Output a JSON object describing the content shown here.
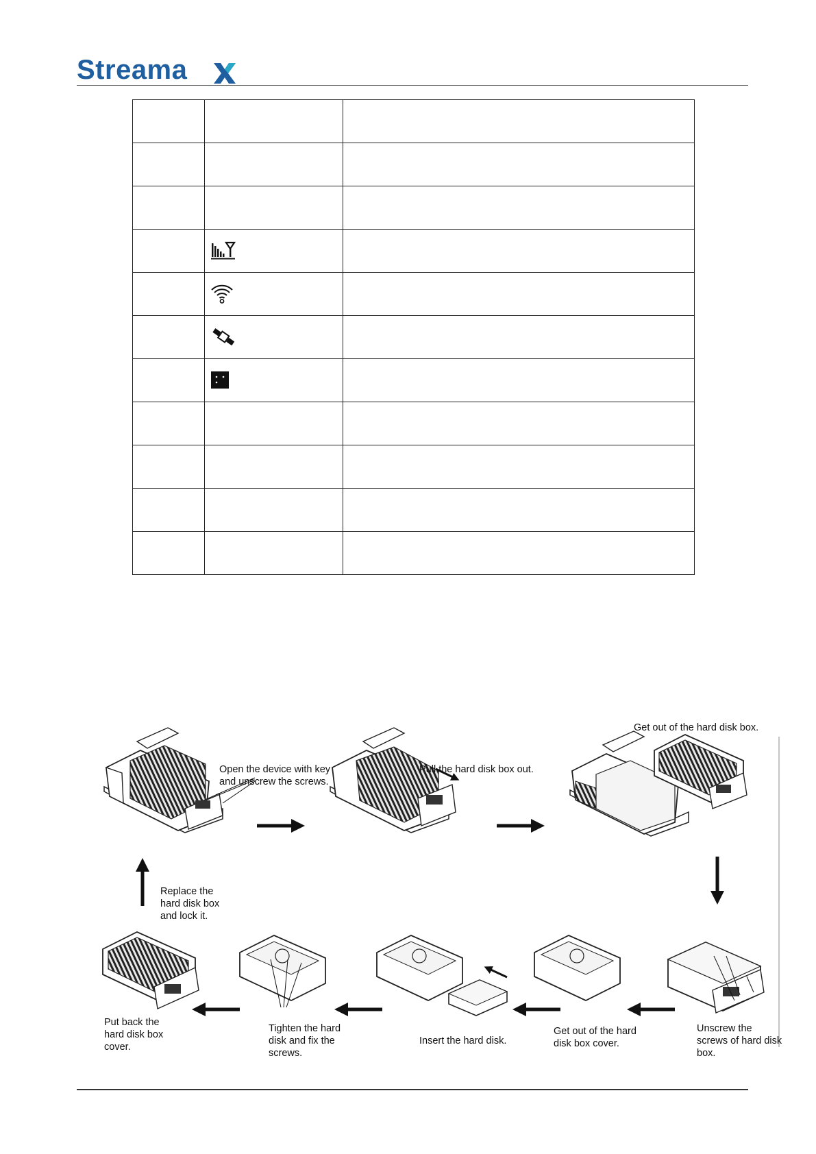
{
  "header": {
    "logo_text": "Stream",
    "logo_suffix": "a",
    "brand_color": "#1f5f9f",
    "accent_color": "#2aa6c6"
  },
  "table": {
    "rows": [
      {
        "icon": ""
      },
      {
        "icon": ""
      },
      {
        "icon": ""
      },
      {
        "icon": "cellular-signal-icon"
      },
      {
        "icon": "wifi-icon"
      },
      {
        "icon": "satellite-icon"
      },
      {
        "icon": "dots-square-icon"
      },
      {
        "icon": ""
      },
      {
        "icon": ""
      },
      {
        "icon": ""
      },
      {
        "icon": ""
      }
    ]
  },
  "diagram": {
    "steps": {
      "open": "Open the device with key\nand unscrew the screws.",
      "pull": "Pull the hard disk box out.",
      "get_out": "Get out of the hard disk box.",
      "replace": "Replace the\nhard disk box\nand lock it.",
      "put_back": "Put back the\nhard disk box\ncover.",
      "tighten": "Tighten the hard\ndisk and fix the\nscrews.",
      "insert": "Insert the hard disk.",
      "get_cover": "Get out of the hard\ndisk box cover.",
      "unscrew": "Unscrew the\nscrews of hard disk\nbox."
    }
  }
}
